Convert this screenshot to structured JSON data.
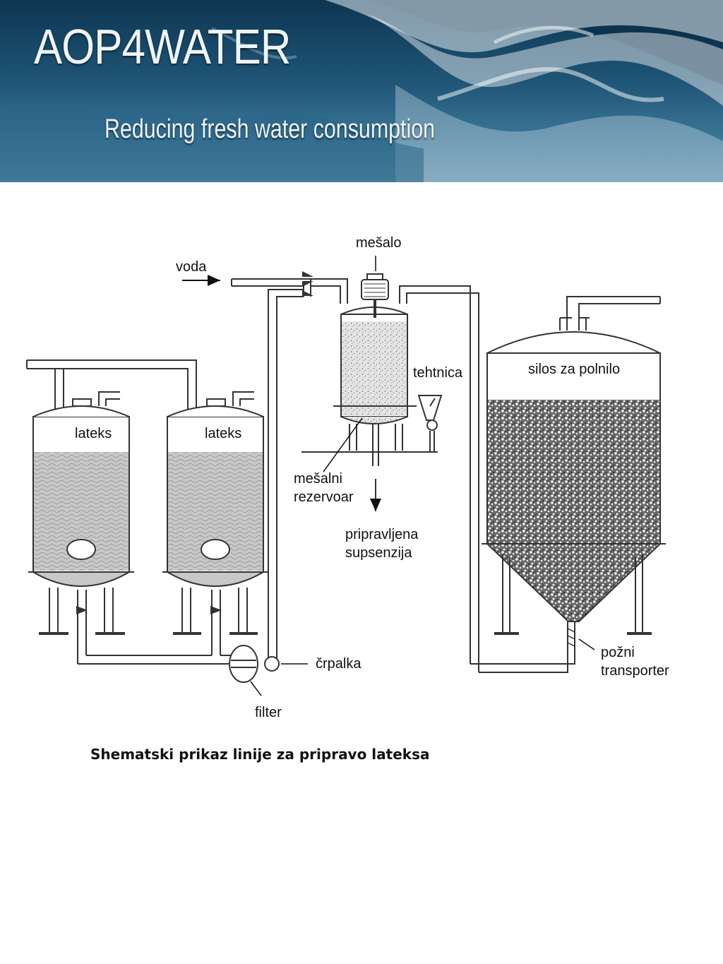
{
  "header": {
    "brand": "AOP4WATER",
    "tagline": "Reducing fresh water consumption"
  },
  "diagram": {
    "labels": {
      "water": "voda",
      "mixer": "mešalo",
      "scale": "tehtnica",
      "silo": "silos za polnilo",
      "latex_tank_1": "lateks",
      "latex_tank_2": "lateks",
      "mixing_tank_line1": "mešalni",
      "mixing_tank_line2": "rezervoar",
      "output_line1": "pripravljena",
      "output_line2": "supsenzija",
      "pump": "črpalka",
      "filter": "filter",
      "conveyor_line1": "požni",
      "conveyor_line2": "transporter"
    }
  },
  "caption": "Shematski prikaz linije za pripravo lateksa"
}
